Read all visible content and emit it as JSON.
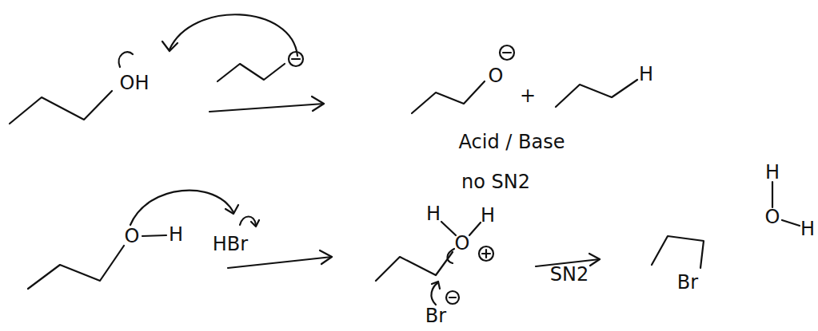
{
  "diagram": {
    "labels": [
      "OH",
      "O",
      "+",
      "H",
      "Acid / Base",
      "no SN2",
      "O",
      "H",
      "HBr",
      "H",
      "O",
      "H",
      "Br",
      "SN2",
      "Br",
      "H",
      "O",
      "H"
    ]
  }
}
